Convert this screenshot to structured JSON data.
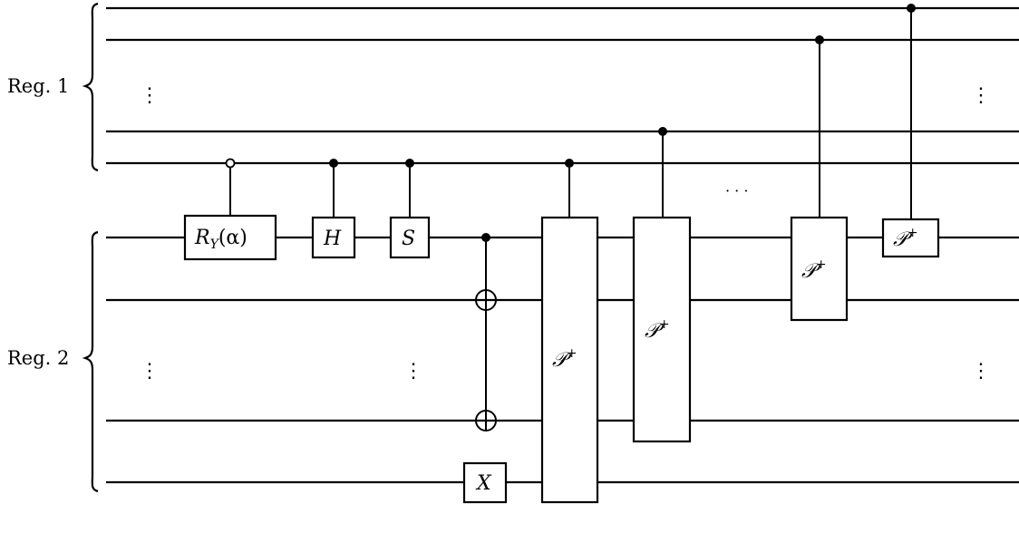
{
  "registers": [
    {
      "label": "Reg. 1"
    },
    {
      "label": "Reg. 2"
    }
  ],
  "gates": {
    "ry": {
      "name": "R",
      "subscript": "Y",
      "arg": "(α)"
    },
    "h": "H",
    "s": "S",
    "x": "X",
    "p_plus": {
      "base": "𝒫",
      "sup": "+"
    }
  },
  "ellipsis": {
    "vertical": "⋮",
    "horizontal": "· · ·"
  }
}
